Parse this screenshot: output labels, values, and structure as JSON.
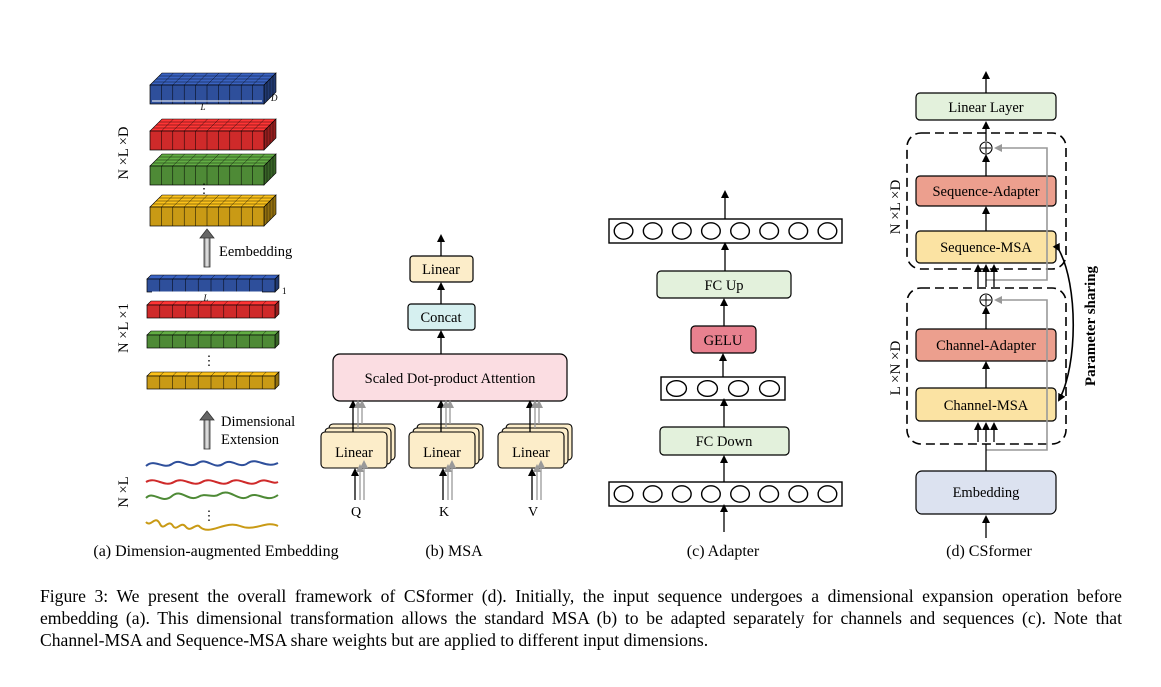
{
  "panel_a": {
    "dim_top": "N ×L ×D",
    "dim_mid": "N ×L ×1",
    "dim_bot": "N ×L",
    "label_L_top": "L",
    "label_D": "D",
    "label_L_mid": "L",
    "label_1": "1",
    "ellipsis_top": "⋮",
    "ellipsis_mid": "⋮",
    "ellipsis_bot": "⋮",
    "arrow_embedding": "Eembedding",
    "arrow_dimensional_1": "Dimensional",
    "arrow_dimensional_2": "Extension",
    "caption": "(a) Dimension-augmented Embedding",
    "colors": {
      "blue": "#2e4f9b",
      "red": "#cf2a2a",
      "green": "#4e8a36",
      "gold": "#c99a15"
    }
  },
  "panel_b": {
    "linear_top": "Linear",
    "concat": "Concat",
    "attention": "Scaled Dot-product Attention",
    "linear_q": "Linear",
    "linear_k": "Linear",
    "linear_v": "Linear",
    "input_q": "Q",
    "input_k": "K",
    "input_v": "V",
    "caption": "(b) MSA"
  },
  "panel_c": {
    "fc_up": "FC Up",
    "gelu": "GELU",
    "fc_down": "FC Down",
    "caption": "(c) Adapter"
  },
  "panel_d": {
    "linear_layer": "Linear Layer",
    "sequence_adapter": "Sequence-Adapter",
    "sequence_msa": "Sequence-MSA",
    "channel_adapter": "Channel-Adapter",
    "channel_msa": "Channel-MSA",
    "embedding": "Embedding",
    "dim_seq": "N ×L ×D",
    "dim_chan": "L ×N ×D",
    "parameter_sharing": "Parameter sharing",
    "plus_symbol": "⊕",
    "caption": "(d) CSformer"
  },
  "figure_caption": "Figure 3: We present the overall framework of CSformer (d). Initially, the input sequence undergoes a dimensional expansion operation before embedding (a). This dimensional transformation allows the standard MSA (b) to be adapted separately for channels and sequences (c). Note that Channel-MSA and Sequence-MSA share weights but are applied to different input dimensions.",
  "colors": {
    "linear_fill": "#fcedc9",
    "concat_fill": "#d6f0f0",
    "attention_fill": "#fbdde2",
    "fc_fill": "#e3f1dc",
    "gelu_fill": "#e8818f",
    "adapter_fill": "#ec9f8e",
    "msa_fill": "#fbe3a3",
    "embedding_fill": "#dce2f0"
  }
}
